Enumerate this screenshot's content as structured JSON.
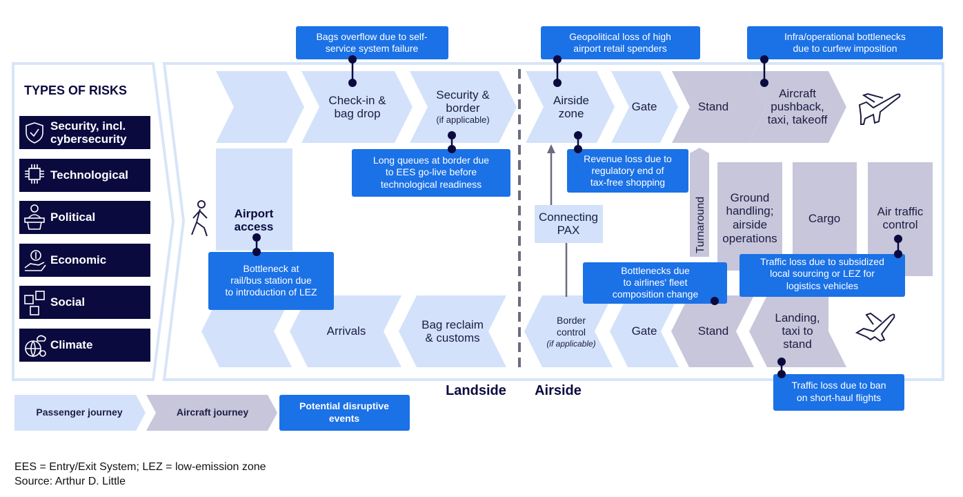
{
  "risks": {
    "title": "TYPES OF RISKS",
    "items": [
      {
        "label": "Security, incl.",
        "label2": "cybersecurity",
        "icon": "shield-check-icon"
      },
      {
        "label": "Technological",
        "icon": "chip-icon"
      },
      {
        "label": "Political",
        "icon": "podium-speaker-icon"
      },
      {
        "label": "Economic",
        "icon": "money-hand-icon"
      },
      {
        "label": "Social",
        "icon": "social-media-icon"
      },
      {
        "label": "Climate",
        "icon": "globe-weather-icon"
      }
    ]
  },
  "journey": {
    "checkin": [
      "Check-in &",
      "bag drop"
    ],
    "security": [
      "Security &",
      "border"
    ],
    "security_note": "(if applicable)",
    "airport_access": [
      "Airport",
      "access"
    ],
    "arrivals": "Arrivals",
    "bag_reclaim": [
      "Bag reclaim",
      "& customs"
    ],
    "airside_zone": [
      "Airside",
      "zone"
    ],
    "gate_top": "Gate",
    "stand_top": "Stand",
    "pushback": [
      "Aircraft",
      "pushback,",
      "taxi, takeoff"
    ],
    "connecting": [
      "Connecting",
      "PAX"
    ],
    "turnaround": "Turnaround",
    "ground_handling": [
      "Ground",
      "handling;",
      "airside",
      "operations"
    ],
    "cargo": "Cargo",
    "atc": [
      "Air traffic",
      "control"
    ],
    "border_control": [
      "Border",
      "control"
    ],
    "border_note": "(if applicable)",
    "gate_bottom": "Gate",
    "stand_bottom": "Stand",
    "landing": [
      "Landing,",
      "taxi to",
      "stand"
    ]
  },
  "zones": {
    "landside": "Landside",
    "airside": "Airside"
  },
  "events": {
    "bags_overflow": [
      "Bags overflow due to self-",
      "service system failure"
    ],
    "geopolitical": [
      "Geopolitical loss of high",
      "airport retail spenders"
    ],
    "curfew": [
      "Infra/operational bottlenecks",
      "due to curfew imposition"
    ],
    "queues": [
      "Long queues at border due",
      "to EES go-live before",
      "technological readiness"
    ],
    "revenue": [
      "Revenue loss due to",
      "regulatory end of",
      "tax-free shopping"
    ],
    "rail": [
      "Bottleneck at",
      "rail/bus station due",
      "to introduction of LEZ"
    ],
    "fleet": [
      "Bottlenecks due",
      "to airlines' fleet",
      "composition change"
    ],
    "traffic_lez": [
      "Traffic loss due to subsidized",
      "local sourcing or LEZ for",
      "logistics vehicles"
    ],
    "shorthaul": [
      "Traffic loss due to ban",
      "on short-haul flights"
    ]
  },
  "legend": {
    "passenger": "Passenger journey",
    "aircraft": "Aircraft journey",
    "events": [
      "Potential disruptive",
      "events"
    ]
  },
  "footnotes": {
    "abbr": "EES = Entry/Exit System; LEZ = low-emission zone",
    "source": "Source: Arthur D. Little"
  },
  "colors": {
    "passenger": "#d3e2fa",
    "aircraft": "#c8c6da",
    "event": "#1b71e6",
    "risk_box": "#0b0a3f",
    "frame": "#d8e5f8"
  },
  "icons": {
    "departing": "airplane-takeoff-icon",
    "arriving": "airplane-landing-icon",
    "walker": "walking-person-icon"
  }
}
